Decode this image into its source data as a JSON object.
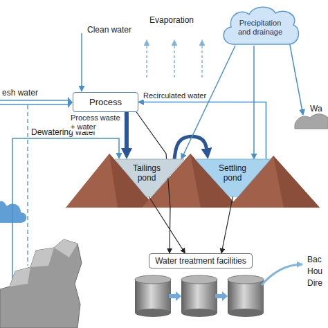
{
  "diagram": {
    "nodes": [
      {
        "text": [
          "Precipitation and drainage"
        ]
      },
      {
        "text": [
          "Process"
        ]
      },
      {
        "text": [
          "Tailings pond"
        ]
      },
      {
        "text": [
          "Settling pond"
        ]
      },
      {
        "text": [
          "Water treatment facilities"
        ]
      }
    ],
    "edges": [
      {
        "from": 1,
        "to": 2,
        "arrow": "to",
        "label": "Process waste + water"
      },
      {
        "from": 3,
        "to": 1,
        "arrow": "to",
        "label": "Recirculated water"
      },
      {
        "from": 2,
        "to": 3,
        "arrow": "to"
      },
      {
        "from": 1,
        "to": 4,
        "arrow": "to"
      },
      {
        "from": 2,
        "to": 4,
        "arrow": "to"
      },
      {
        "from": 3,
        "to": 4,
        "arrow": "to"
      },
      {
        "from": 0,
        "to": 3,
        "arrow": "to"
      },
      {
        "from": 0,
        "to": 2,
        "arrow": "to"
      }
    ],
    "labels": [
      "Evaporation",
      "Clean water",
      "esh water",
      "Dewatering water",
      "Wa",
      "Bac",
      "Hou",
      "Dire"
    ]
  }
}
